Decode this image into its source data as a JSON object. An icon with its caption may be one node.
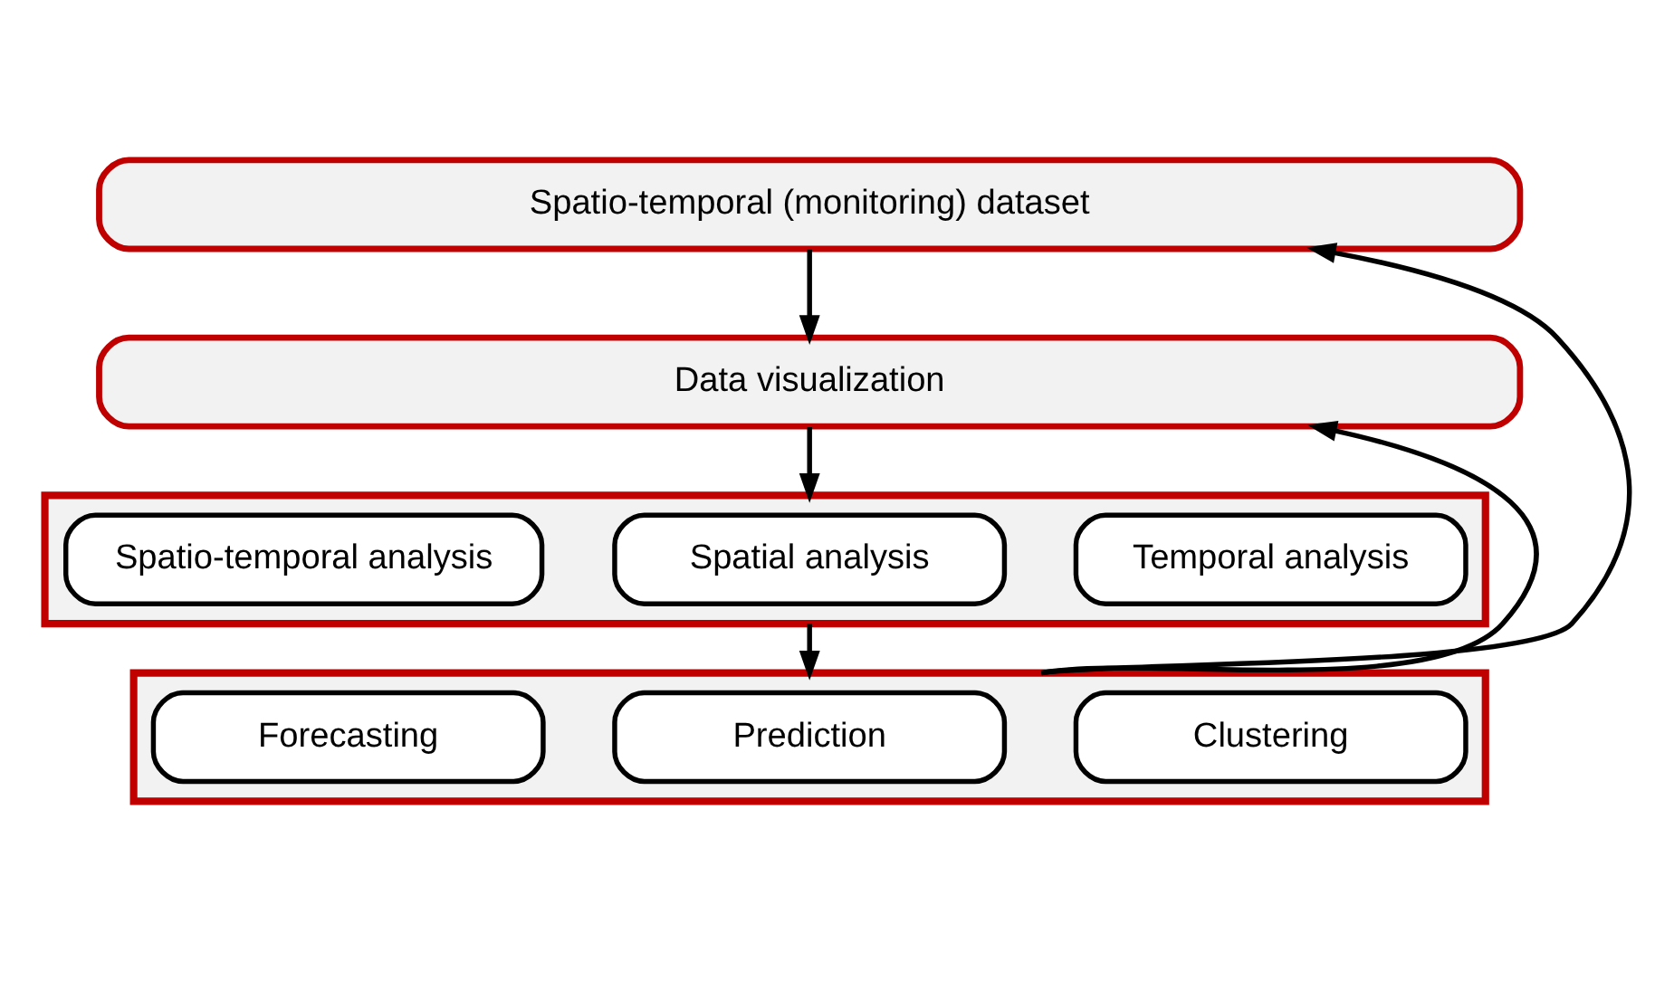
{
  "diagram": {
    "nodes": [
      {
        "text": [
          "Spatio-temporal (monitoring) dataset"
        ]
      },
      {
        "text": [
          "Data visualization"
        ]
      },
      {
        "text": [],
        "shape": "box"
      },
      {
        "text": [
          "Temporal analysis"
        ],
        "in": 2
      },
      {
        "text": [
          "Spatial analysis"
        ],
        "in": 2
      },
      {
        "text": [
          "Spatio-temporal analysis"
        ],
        "in": 2
      },
      {
        "text": [],
        "shape": "box"
      },
      {
        "text": [
          "Clustering"
        ],
        "in": 6
      },
      {
        "text": [
          "Prediction"
        ],
        "in": 6
      },
      {
        "text": [
          "Forecasting"
        ],
        "in": 6
      }
    ],
    "edges": [
      {
        "from": 0,
        "to": 1,
        "arrow": "to"
      },
      {
        "from": 1,
        "to": 2,
        "arrow": "to"
      },
      {
        "from": 2,
        "to": 6,
        "arrow": "to"
      },
      {
        "from": 6,
        "to": 0,
        "arrow": "to"
      },
      {
        "from": 6,
        "to": 1,
        "arrow": "to"
      }
    ]
  }
}
